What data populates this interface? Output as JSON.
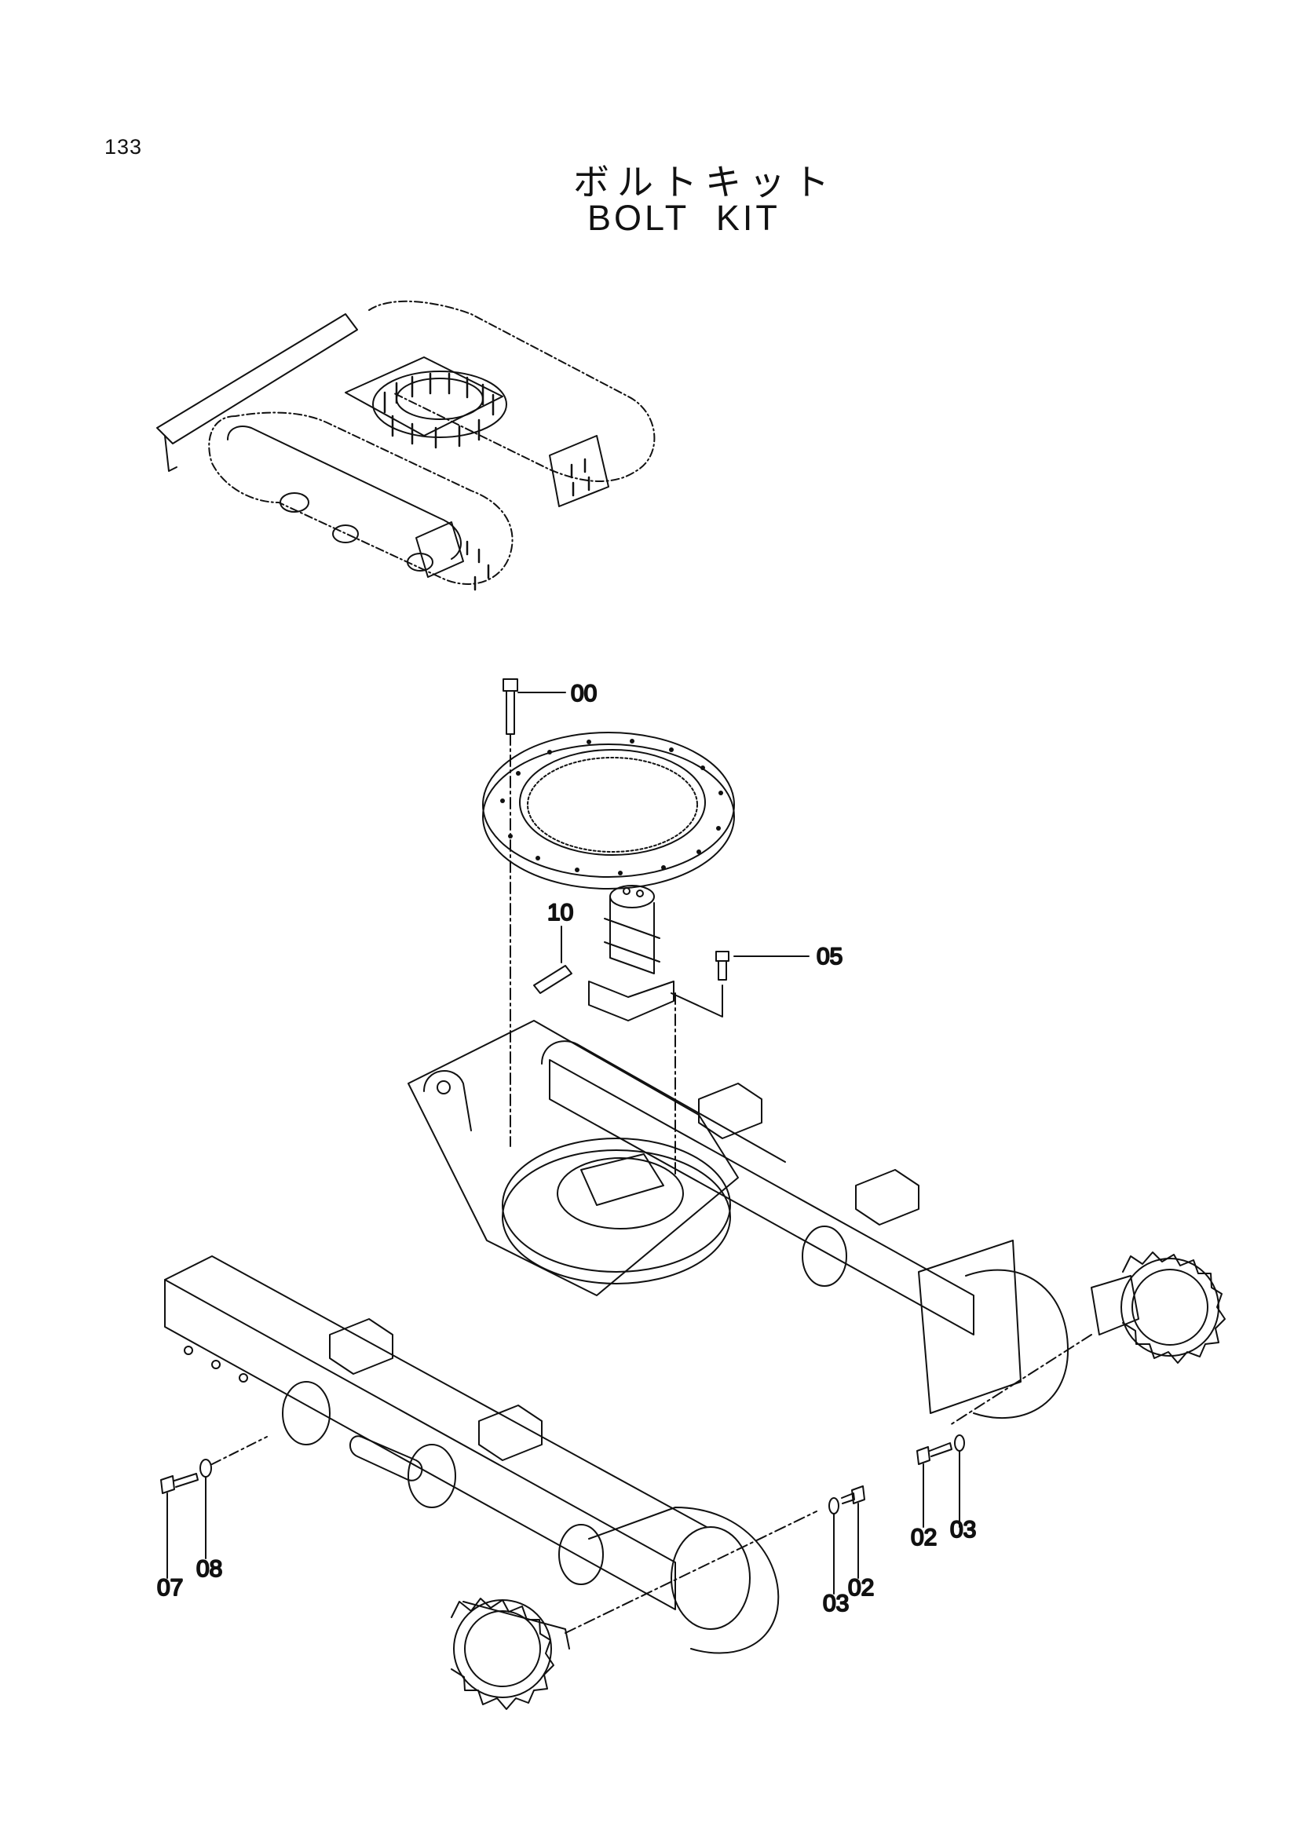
{
  "page": {
    "number": "133"
  },
  "title": {
    "ja": "ボルトキット",
    "en": "BOLT  KIT"
  },
  "callouts": {
    "p00": "00",
    "p10": "10",
    "p05": "05",
    "p07": "07",
    "p08": "08",
    "p02_left": "02",
    "p03_left": "03",
    "p02_right": "02",
    "p03_right": "03"
  },
  "icons": [
    "excavator-undercarriage-overview",
    "swing-bearing-ring",
    "center-joint",
    "track-frame",
    "sprocket-drive-left",
    "sprocket-drive-right",
    "hex-bolt",
    "washer"
  ]
}
